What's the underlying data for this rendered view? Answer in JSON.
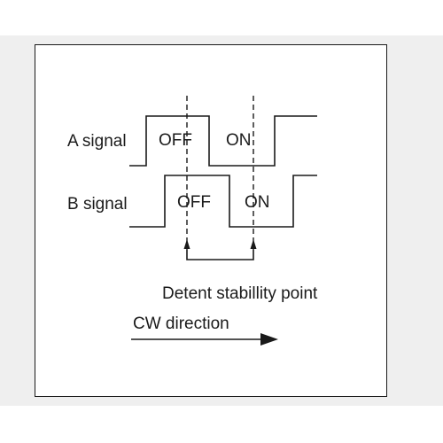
{
  "signals": {
    "a_label": "A signal",
    "b_label": "B signal"
  },
  "states": {
    "a_off": "OFF",
    "a_on": "ON",
    "b_off": "OFF",
    "b_on": "ON"
  },
  "annotation": "Detent stabillity point",
  "direction": "CW direction",
  "colors": {
    "line": "#1a1a1a",
    "background": "#efefef",
    "panel": "#ffffff"
  }
}
